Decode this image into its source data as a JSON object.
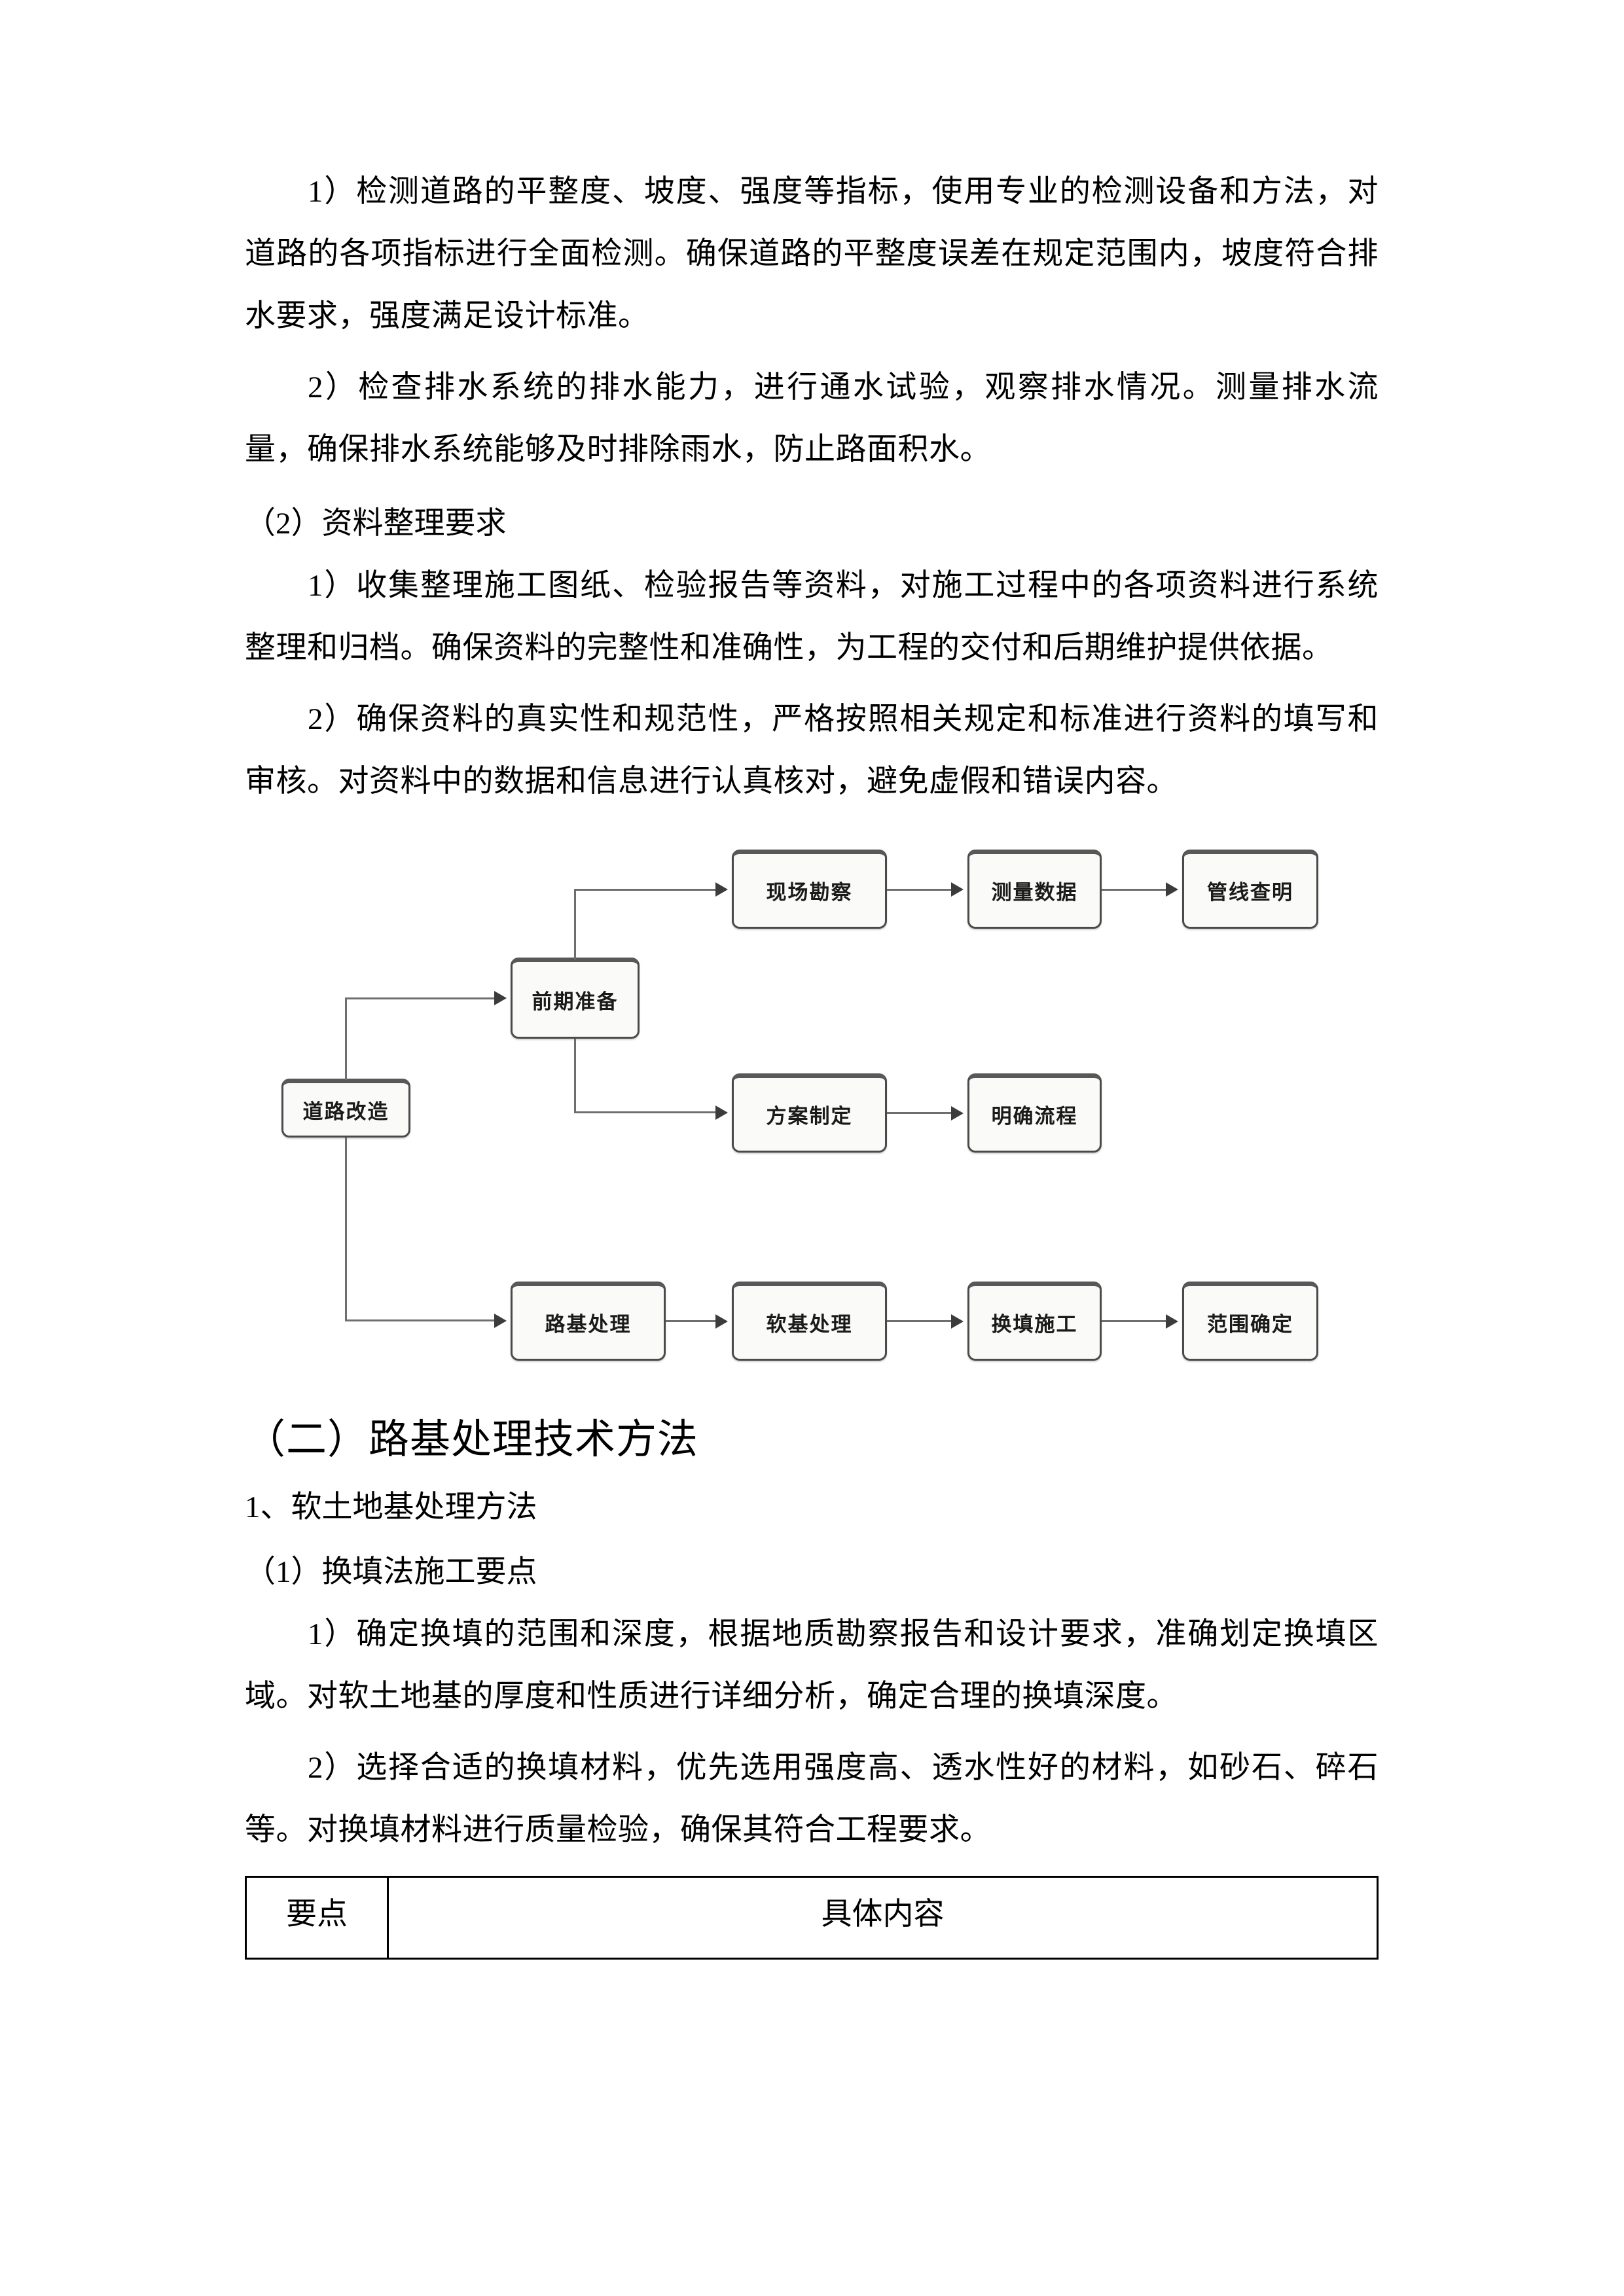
{
  "document": {
    "paragraphs_top": [
      {
        "id": "p1",
        "style": "indent",
        "text": "1）检测道路的平整度、坡度、强度等指标，使用专业的检测设备和方法，对道路的各项指标进行全面检测。确保道路的平整度误差在规定范围内，坡度符合排水要求，强度满足设计标准。"
      },
      {
        "id": "p2",
        "style": "indent",
        "text": "2）检查排水系统的排水能力，进行通水试验，观察排水情况。测量排水流量，确保排水系统能够及时排除雨水，防止路面积水。"
      },
      {
        "id": "h1",
        "style": "noindent",
        "text": "（2）资料整理要求"
      },
      {
        "id": "p3",
        "style": "indent",
        "text": "1）收集整理施工图纸、检验报告等资料，对施工过程中的各项资料进行系统整理和归档。确保资料的完整性和准确性，为工程的交付和后期维护提供依据。"
      },
      {
        "id": "p4",
        "style": "indent",
        "text": "2）确保资料的真实性和规范性，严格按照相关规定和标准进行资料的填写和审核。对资料中的数据和信息进行认真核对，避免虚假和错误内容。"
      }
    ],
    "section_heading": "（二）路基处理技术方法",
    "paragraphs_bottom": [
      {
        "id": "h2",
        "style": "noindent",
        "text": "1、软土地基处理方法"
      },
      {
        "id": "h3",
        "style": "noindent",
        "text": "（1）换填法施工要点"
      },
      {
        "id": "p5",
        "style": "indent",
        "text": "1）确定换填的范围和深度，根据地质勘察报告和设计要求，准确划定换填区域。对软土地基的厚度和性质进行详细分析，确定合理的换填深度。"
      },
      {
        "id": "p6",
        "style": "indent",
        "text": "2）选择合适的换填材料，优先选用强度高、透水性好的材料，如砂石、碎石等。对换填材料进行质量检验，确保其符合工程要求。"
      }
    ]
  },
  "flowchart": {
    "type": "flowchart",
    "orientation": "left-to-right",
    "nodes": [
      {
        "id": "n_road",
        "label": "道路改造"
      },
      {
        "id": "n_prep",
        "label": "前期准备"
      },
      {
        "id": "n_survey",
        "label": "现场勘察"
      },
      {
        "id": "n_measure",
        "label": "测量数据"
      },
      {
        "id": "n_pipeline",
        "label": "管线查明"
      },
      {
        "id": "n_plan",
        "label": "方案制定"
      },
      {
        "id": "n_process",
        "label": "明确流程"
      },
      {
        "id": "n_subgrade",
        "label": "路基处理"
      },
      {
        "id": "n_soft",
        "label": "软基处理"
      },
      {
        "id": "n_replace",
        "label": "换填施工"
      },
      {
        "id": "n_scope",
        "label": "范围确定"
      }
    ],
    "edges": [
      {
        "from": "n_road",
        "to": "n_prep"
      },
      {
        "from": "n_prep",
        "to": "n_survey"
      },
      {
        "from": "n_survey",
        "to": "n_measure"
      },
      {
        "from": "n_measure",
        "to": "n_pipeline"
      },
      {
        "from": "n_prep",
        "to": "n_plan"
      },
      {
        "from": "n_plan",
        "to": "n_process"
      },
      {
        "from": "n_road",
        "to": "n_subgrade"
      },
      {
        "from": "n_subgrade",
        "to": "n_soft"
      },
      {
        "from": "n_soft",
        "to": "n_replace"
      },
      {
        "from": "n_replace",
        "to": "n_scope"
      }
    ],
    "colors": {
      "node_fill": "#fafaf8",
      "node_border": "#4a4a4a",
      "edge": "#6e6e6e"
    }
  },
  "table": {
    "columns": [
      "要点",
      "具体内容"
    ],
    "rows": []
  }
}
